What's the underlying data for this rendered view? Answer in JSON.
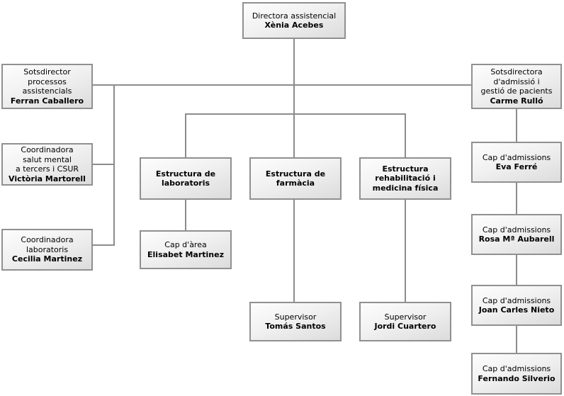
{
  "diagram": {
    "kind": "org-chart",
    "colors": {
      "box_border": "#909090",
      "box_fill_top": "#fdfdfd",
      "box_fill_bottom": "#dcdcdc",
      "connector_line": "#8c8c8c",
      "text": "#000000",
      "background": "#ffffff"
    }
  },
  "nodes": {
    "directora": {
      "lines": [
        "Directora assistencial"
      ],
      "person": "Xènia Acebes"
    },
    "ferran": {
      "lines": [
        "Sotsdirector",
        "processos",
        "assistencials"
      ],
      "person": "Ferran Caballero"
    },
    "carme": {
      "lines": [
        "Sotsdirectora",
        "d'admissió i",
        "gestió de pacients"
      ],
      "person": "Carme Rulló"
    },
    "victoria": {
      "lines": [
        "Coordinadora",
        "salut mental",
        "a tercers i CSUR"
      ],
      "person": "Victòria Martorell"
    },
    "cecilia": {
      "lines": [
        "Coordinadora",
        "laboratoris"
      ],
      "person": "Cecilia Martinez"
    },
    "lab": {
      "lines": [
        "Estructura de",
        "laboratoris"
      ]
    },
    "farm": {
      "lines": [
        "Estructura de",
        "farmàcia"
      ]
    },
    "rehab": {
      "lines": [
        "Estructura",
        "rehabilitació i",
        "medicina física"
      ]
    },
    "elisabet": {
      "lines": [
        "Cap d'àrea"
      ],
      "person": "Elisabet Martinez"
    },
    "tomas": {
      "lines": [
        "Supervisor"
      ],
      "person": "Tomás Santos"
    },
    "jordi": {
      "lines": [
        "Supervisor"
      ],
      "person": "Jordi Cuartero"
    },
    "eva": {
      "lines": [
        "Cap d'admissions"
      ],
      "person": "Eva Ferré"
    },
    "rosa": {
      "lines": [
        "Cap d'admissions"
      ],
      "person": "Rosa Mª Aubarell"
    },
    "joan": {
      "lines": [
        "Cap d'admissions"
      ],
      "person": "Joan Carles Nieto"
    },
    "fernando": {
      "lines": [
        "Cap d'admissions"
      ],
      "person": "Fernando Silverio"
    }
  },
  "edges_as_drawn": [
    [
      "directora",
      "ferran"
    ],
    [
      "directora",
      "carme"
    ],
    [
      "directora",
      "lab"
    ],
    [
      "directora",
      "farm"
    ],
    [
      "directora",
      "rehab"
    ],
    [
      "ferran",
      "victoria"
    ],
    [
      "ferran",
      "cecilia"
    ],
    [
      "lab",
      "elisabet"
    ],
    [
      "farm",
      "tomas"
    ],
    [
      "rehab",
      "jordi"
    ],
    [
      "carme",
      "eva"
    ],
    [
      "eva",
      "rosa"
    ],
    [
      "rosa",
      "joan"
    ],
    [
      "joan",
      "fernando"
    ]
  ]
}
